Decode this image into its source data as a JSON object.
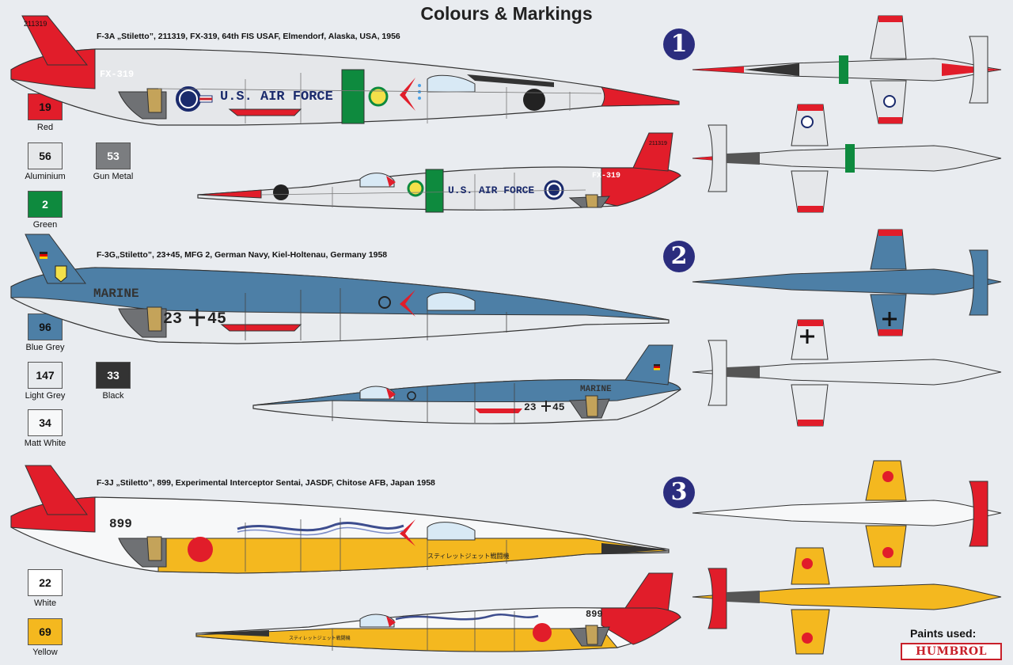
{
  "title": "Colours & Markings",
  "schemes": [
    {
      "number": "1",
      "caption": "F-3A „Stiletto”, 211319, FX-319, 64th FIS USAF, Elmendorf, Alaska, USA, 1956",
      "serial": "211319",
      "nose_code": "FX-319",
      "fuselage_text": "U.S. AIR FORCE"
    },
    {
      "number": "2",
      "caption": "F-3G„Stiletto”, 23+45, MFG 2, German Navy,  Kiel-Holtenau, Germany 1958",
      "fuselage_text": "MARINE",
      "code_left": "23",
      "code_right": "45"
    },
    {
      "number": "3",
      "caption": "F-3J „Stiletto”, 899, Experimental Interceptor Sentai, JASDF, Chitose AFB, Japan 1958",
      "code": "899",
      "japanese_text": "スティレットジェット戦闘機"
    }
  ],
  "paints": [
    {
      "code": "19",
      "name": "Red",
      "color": "#e11d2a",
      "text_color": "#111111"
    },
    {
      "code": "56",
      "name": "Aluminium",
      "color": "#e6e8ea",
      "text_color": "#111111"
    },
    {
      "code": "53",
      "name": "Gun Metal",
      "color": "#7b7d80",
      "text_color": "#ffffff"
    },
    {
      "code": "2",
      "name": "Green",
      "color": "#0e8a3e",
      "text_color": "#ffffff"
    },
    {
      "code": "96",
      "name": "Blue Grey",
      "color": "#4d7fa6",
      "text_color": "#111111"
    },
    {
      "code": "147",
      "name": "Light Grey",
      "color": "#e8ebee",
      "text_color": "#111111"
    },
    {
      "code": "33",
      "name": "Black",
      "color": "#333333",
      "text_color": "#ffffff"
    },
    {
      "code": "34",
      "name": "Matt White",
      "color": "#f7f8f9",
      "text_color": "#111111"
    },
    {
      "code": "22",
      "name": "White",
      "color": "#ffffff",
      "text_color": "#111111"
    },
    {
      "code": "69",
      "name": "Yellow",
      "color": "#f4b81f",
      "text_color": "#111111"
    }
  ],
  "footer": {
    "paints_label": "Paints used:",
    "brand": "HUMBROL"
  }
}
